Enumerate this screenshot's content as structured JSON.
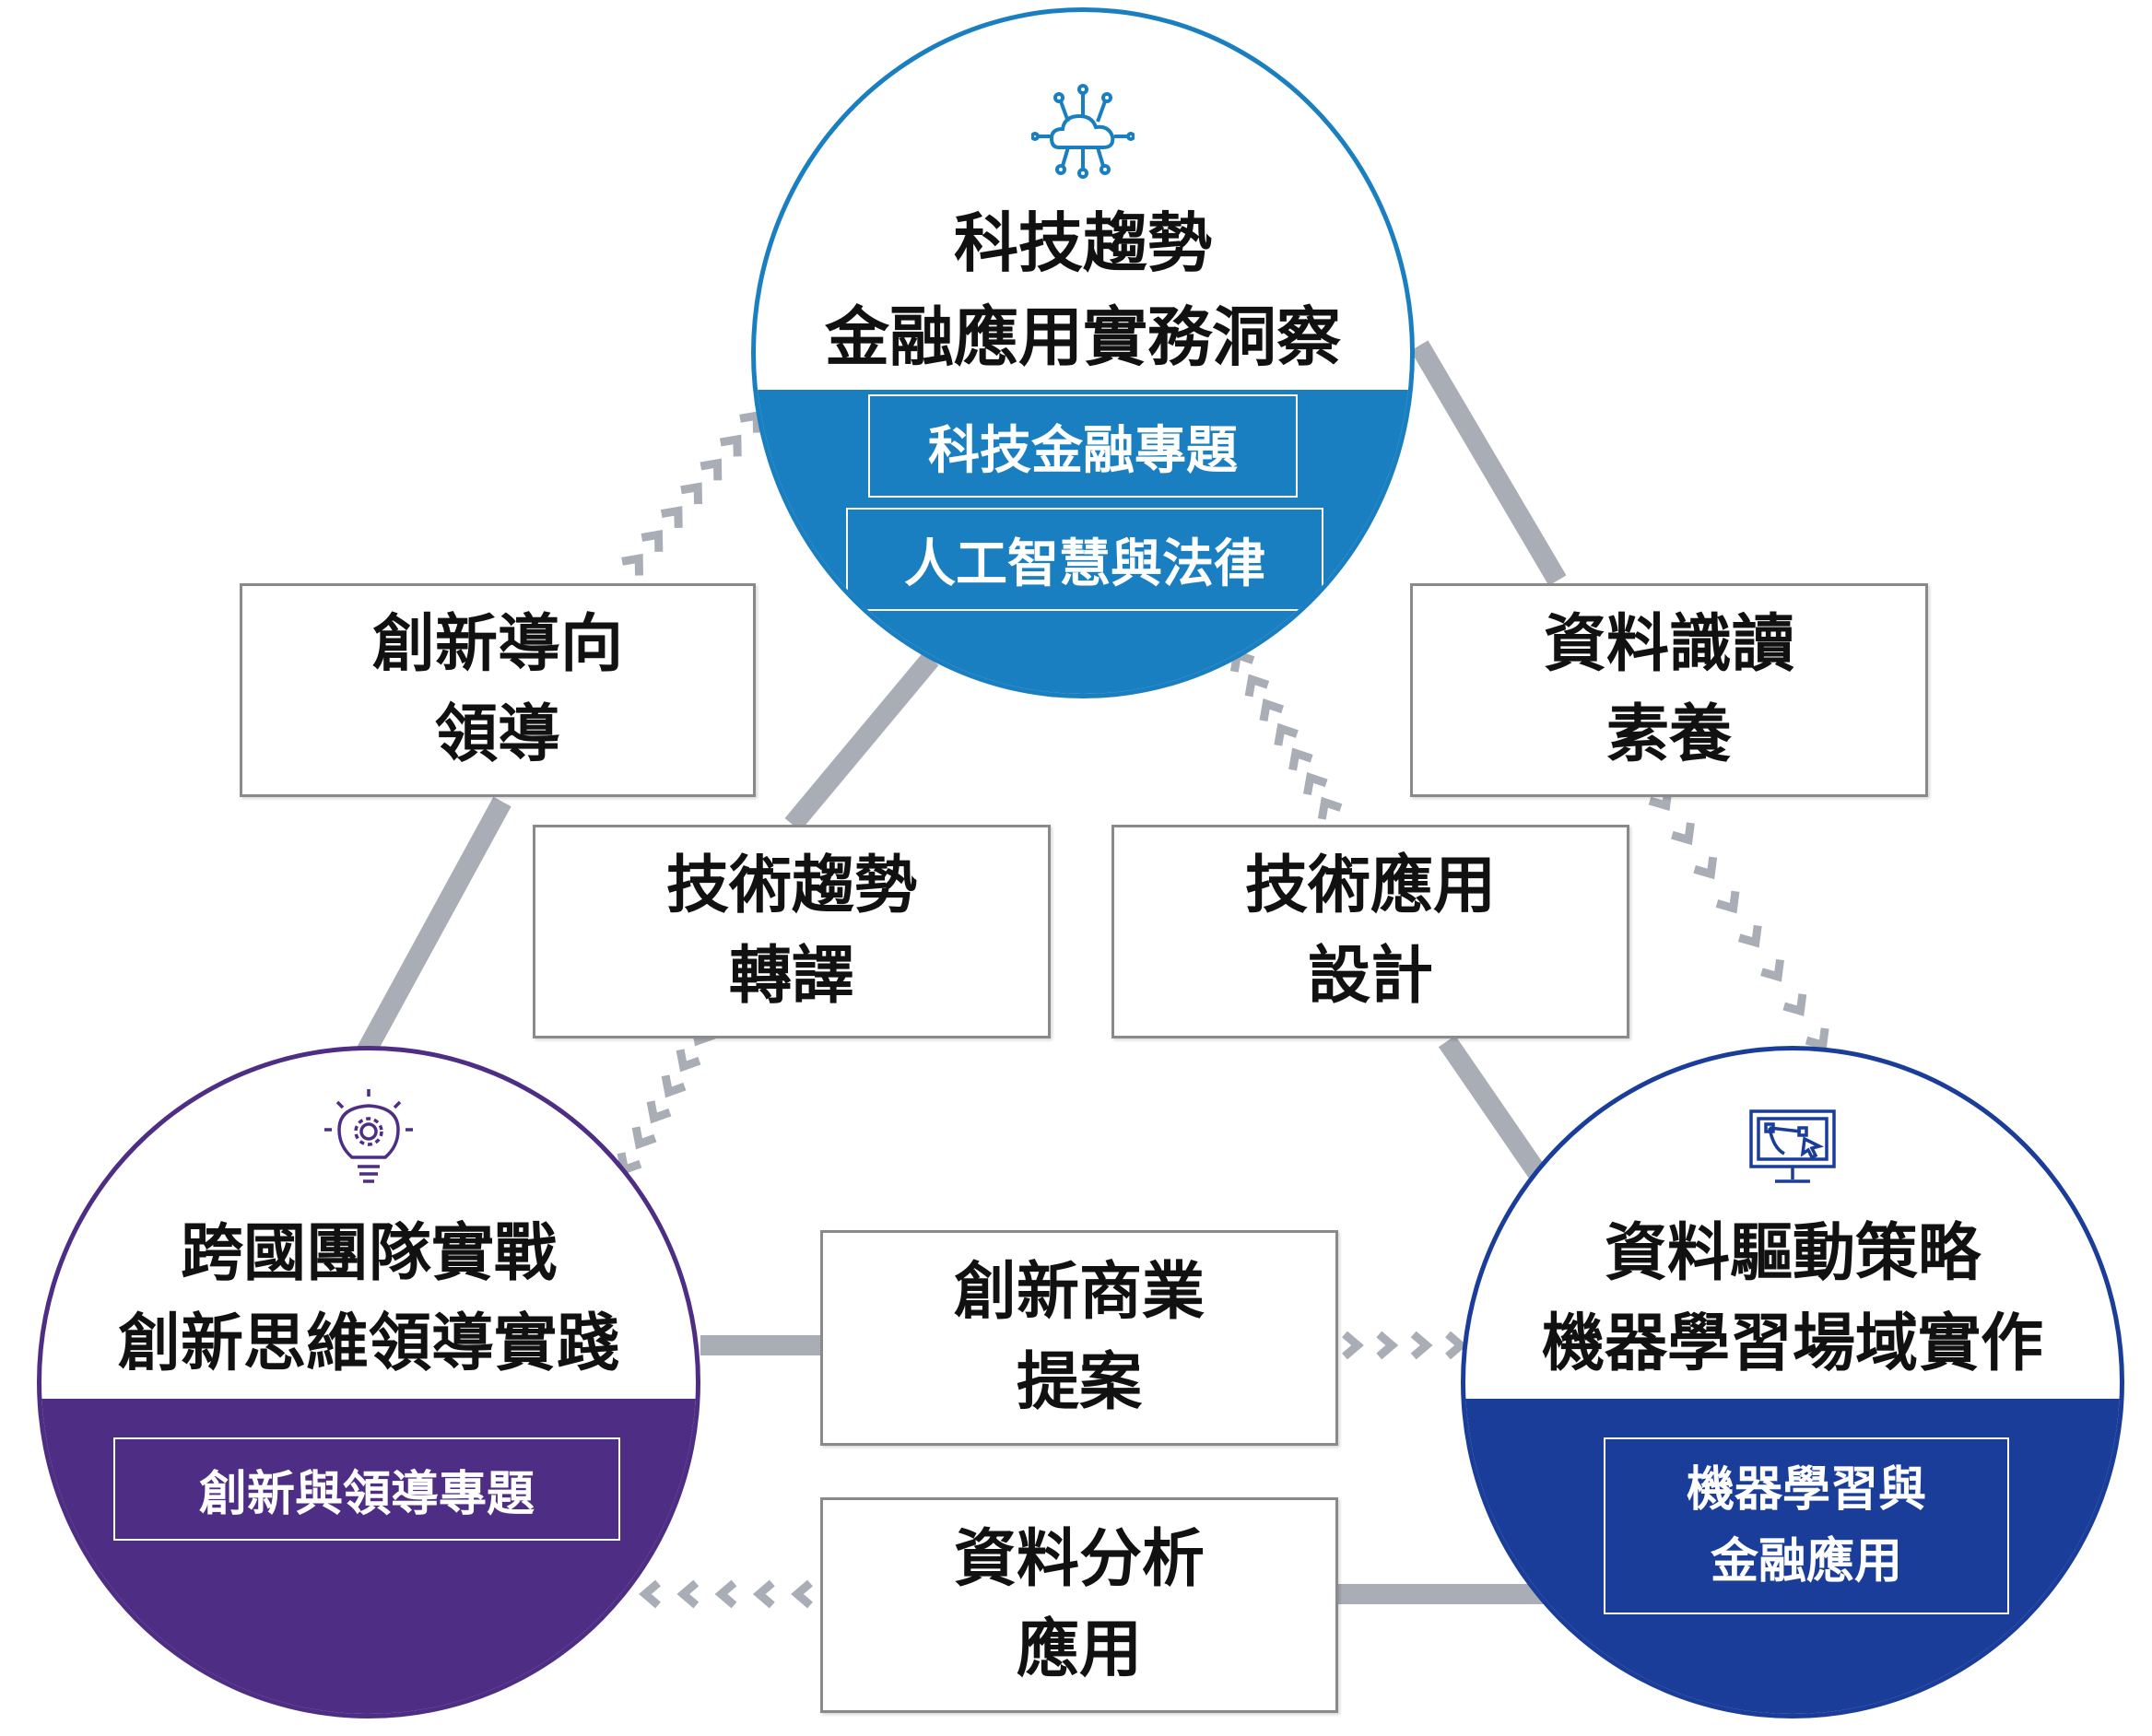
{
  "nodes": {
    "fintech": {
      "title_line1": "科技趨勢",
      "title_line2": "金融應用實務洞察",
      "tags": [
        "科技金融專題",
        "人工智慧與法律"
      ],
      "color": "#1a7fc1",
      "icon": "cloud-network-icon"
    },
    "innovation": {
      "title_line1": "跨國團隊實戰",
      "title_line2": "創新思維領導實踐",
      "tags": [
        "創新與領導專題"
      ],
      "color": "#4e2d84",
      "icon": "lightbulb-gear-icon"
    },
    "data": {
      "title_line1": "資料驅動策略",
      "title_line2": "機器學習場域實作",
      "tag_line1": "機器學習與",
      "tag_line2": "金融應用",
      "color": "#1a3d99",
      "icon": "monitor-cursor-icon"
    }
  },
  "competencies": [
    {
      "id": "innovation-leadership",
      "line1": "創新導向",
      "line2": "領導"
    },
    {
      "id": "data-literacy",
      "line1": "資料識讀",
      "line2": "素養"
    },
    {
      "id": "tech-trend-translation",
      "line1": "技術趨勢",
      "line2": "轉譯"
    },
    {
      "id": "tech-application-design",
      "line1": "技術應用",
      "line2": "設計"
    },
    {
      "id": "innovative-business-proposal",
      "line1": "創新商業",
      "line2": "提案"
    },
    {
      "id": "data-analysis-application",
      "line1": "資料分析",
      "line2": "應用"
    }
  ],
  "connector_color": "#a9adb6"
}
